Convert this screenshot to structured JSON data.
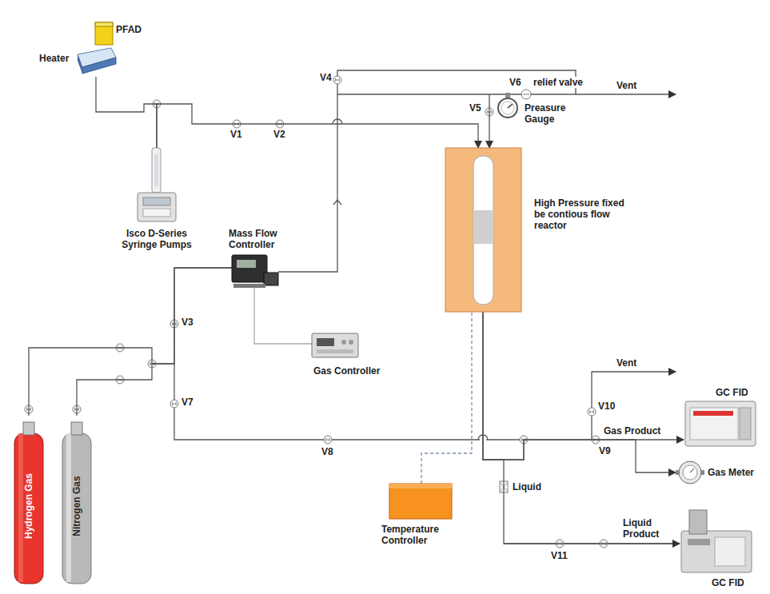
{
  "diagram": {
    "nodes": [
      {
        "text": [
          "PFAD",
          "Heater"
        ]
      },
      {
        "text": [
          "Isco D-Series Syringe Pumps"
        ]
      },
      {
        "text": [
          "Preasure Gauge"
        ]
      },
      {
        "text": [
          "High Pressure fixed be contious flow reactor"
        ]
      },
      {
        "text": [
          "Mass Flow Controller"
        ]
      },
      {
        "text": [
          "Gas Controller"
        ]
      },
      {
        "text": [
          "Hydrogen Gas"
        ]
      },
      {
        "text": [
          "Nitrogen Gas"
        ]
      },
      {
        "text": [
          "GC FID"
        ]
      },
      {
        "text": [
          "Gas Meter"
        ]
      },
      {
        "text": [
          "Temperature Controller"
        ]
      },
      {
        "text": [
          "GC FID"
        ]
      }
    ],
    "edges": [
      {
        "from": 0,
        "to": 1,
        "arrow": "none"
      },
      {
        "from": 1,
        "to": 3,
        "arrow": "to"
      },
      {
        "from": 6,
        "to": 4,
        "arrow": "none"
      },
      {
        "from": 7,
        "to": 4,
        "arrow": "none"
      },
      {
        "from": 4,
        "to": 3,
        "arrow": "to"
      },
      {
        "from": 5,
        "to": 4,
        "arrow": "none"
      },
      {
        "from": 3,
        "to": 8,
        "arrow": "to"
      },
      {
        "from": 3,
        "to": 9,
        "arrow": "to"
      },
      {
        "from": 3,
        "to": 11,
        "arrow": "to"
      },
      {
        "from": 10,
        "to": 3,
        "arrow": "none"
      }
    ],
    "labels": [
      "V1",
      "V2",
      "V3",
      "V4",
      "V5",
      "V6",
      "relief valve",
      "Vent",
      "V7",
      "V8",
      "V9",
      "V10",
      "Vent",
      "Gas Product",
      "Liquid",
      "V11",
      "Liquid Product"
    ]
  }
}
